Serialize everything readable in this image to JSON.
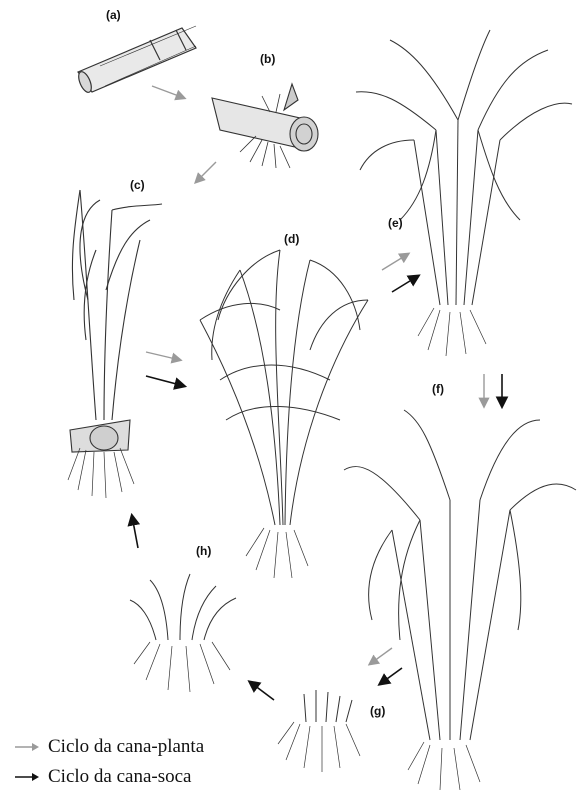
{
  "stage_labels": {
    "a": "(a)",
    "b": "(b)",
    "c": "(c)",
    "d": "(d)",
    "e": "(e)",
    "f": "(f)",
    "g": "(g)",
    "h": "(h)"
  },
  "legend": {
    "plant_cycle": "Ciclo da cana-planta",
    "ratoon_cycle": "Ciclo da cana-soca"
  },
  "colors": {
    "plant_cycle_arrow": "#9a9a9a",
    "ratoon_cycle_arrow": "#111111",
    "line_art": "#333333"
  }
}
